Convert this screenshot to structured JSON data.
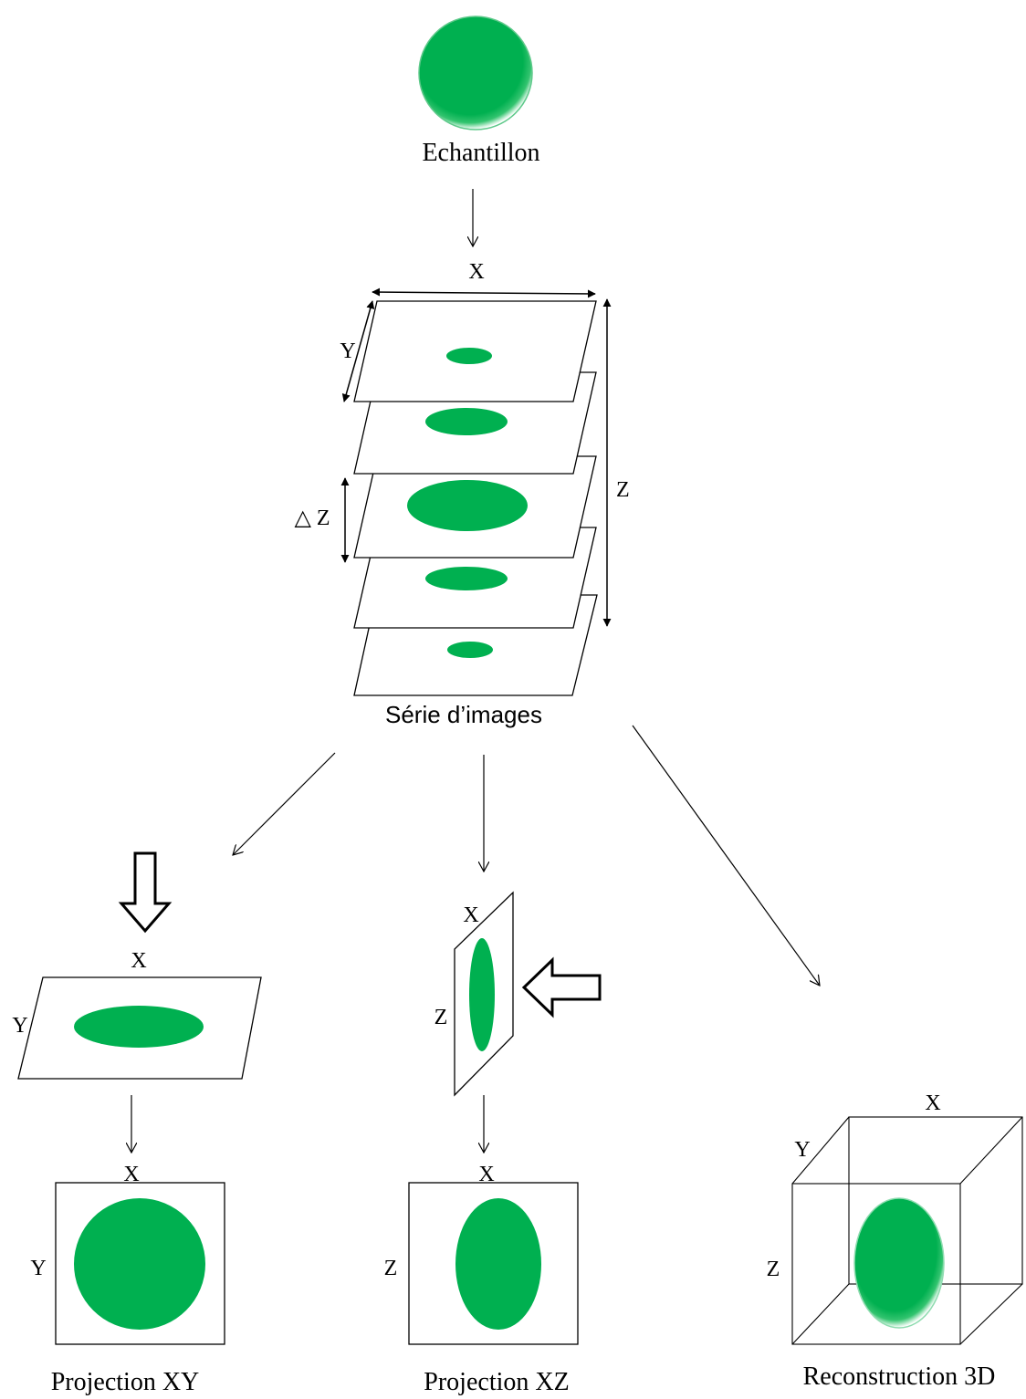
{
  "colors": {
    "sample_fill": "#00b050",
    "line": "#000000",
    "background": "#ffffff"
  },
  "sample": {
    "label": "Echantillon"
  },
  "stack": {
    "label": "Série d’images",
    "axis_x": "X",
    "axis_y": "Y",
    "axis_z": "Z",
    "delta_z": "△ Z"
  },
  "projection_xy": {
    "title": "Projection XY",
    "plane_x": "X",
    "plane_y": "Y",
    "box_x": "X",
    "box_y": "Y"
  },
  "projection_xz": {
    "title": "Projection XZ",
    "plane_x": "X",
    "plane_z": "Z",
    "box_x": "X",
    "box_z": "Z"
  },
  "reconstruction": {
    "title": "Reconstruction 3D",
    "axis_x": "X",
    "axis_y": "Y",
    "axis_z": "Z"
  }
}
